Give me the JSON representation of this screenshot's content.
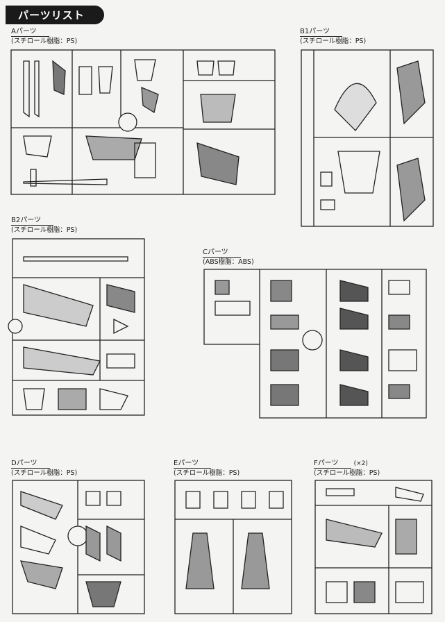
{
  "page": {
    "title": "パーツリスト"
  },
  "parts": [
    {
      "id": "A",
      "name": "Aパーツ",
      "material": "(スチロール樹脂：PS)",
      "qty": ""
    },
    {
      "id": "B1",
      "name": "B1パーツ",
      "material": "(スチロール樹脂：PS)",
      "qty": ""
    },
    {
      "id": "B2",
      "name": "B2パーツ",
      "material": "(スチロール樹脂：PS)",
      "qty": ""
    },
    {
      "id": "C",
      "name": "Cパーツ",
      "material": "(ABS樹脂：ABS)",
      "qty": ""
    },
    {
      "id": "D",
      "name": "Dパーツ",
      "material": "(スチロール樹脂：PS)",
      "qty": ""
    },
    {
      "id": "E",
      "name": "Eパーツ",
      "material": "(スチロール樹脂：PS)",
      "qty": ""
    },
    {
      "id": "F",
      "name": "Fパーツ",
      "material": "(スチロール樹脂：PS)",
      "qty": "(×2)"
    }
  ]
}
